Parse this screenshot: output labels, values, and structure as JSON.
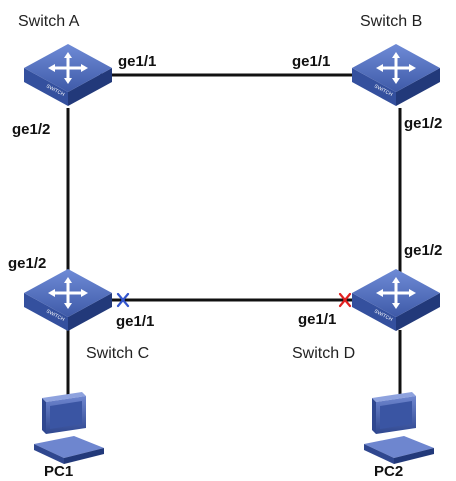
{
  "switches": {
    "a": {
      "name": "Switch A"
    },
    "b": {
      "name": "Switch B"
    },
    "c": {
      "name": "Switch C"
    },
    "d": {
      "name": "Switch D"
    }
  },
  "switch_face_text": "SWITCH",
  "ports": {
    "a_to_b": "ge1/1",
    "b_to_a": "ge1/1",
    "a_to_c": "ge1/2",
    "b_to_d": "ge1/2",
    "c_to_a": "ge1/2",
    "d_to_b": "ge1/2",
    "c_to_d": "ge1/1",
    "d_to_c": "ge1/1"
  },
  "pcs": {
    "pc1": {
      "name": "PC1"
    },
    "pc2": {
      "name": "PC2"
    }
  },
  "colors": {
    "switch_top": "#4a66b8",
    "switch_side": "#2f478f",
    "link": "#111111",
    "blocked_blue": "#3355cc",
    "blocked_red": "#e02020"
  },
  "icons": {
    "switch": "network-switch-icon",
    "pc": "desktop-pc-icon",
    "blocked_port_c": "blocked-port-x-icon",
    "blocked_port_d": "blocked-port-x-icon"
  }
}
